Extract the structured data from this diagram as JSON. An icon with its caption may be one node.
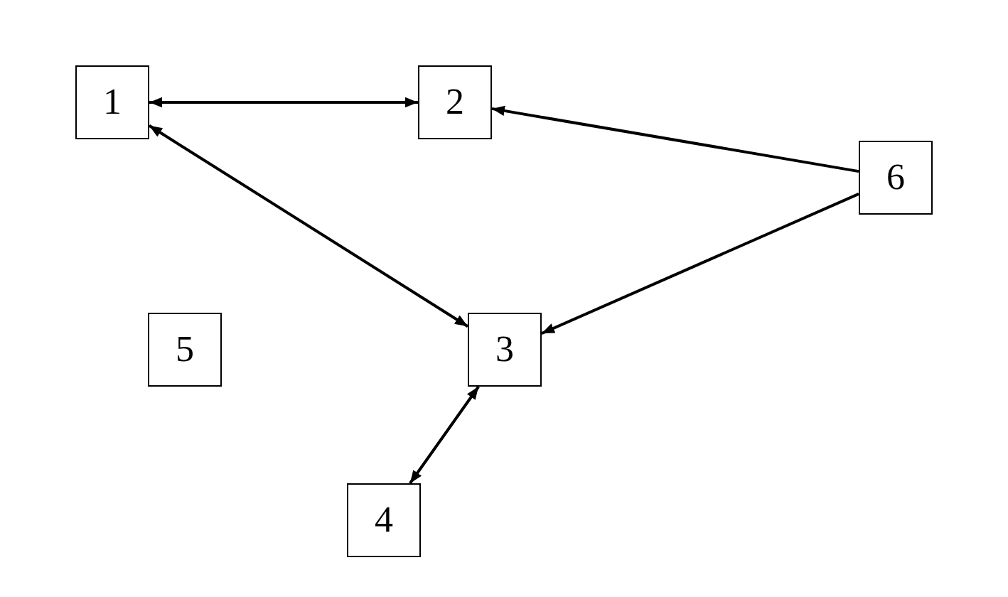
{
  "diagram": {
    "nodes": [
      {
        "text": [
          "1"
        ]
      },
      {
        "text": [
          "2"
        ]
      },
      {
        "text": [
          "3"
        ]
      },
      {
        "text": [
          "4"
        ]
      },
      {
        "text": [
          "5"
        ]
      },
      {
        "text": [
          "6"
        ]
      }
    ],
    "edges": [
      {
        "from": 0,
        "to": 1,
        "arrow": "both"
      },
      {
        "from": 5,
        "to": 1,
        "arrow": "to"
      },
      {
        "from": 0,
        "to": 2,
        "arrow": "both"
      },
      {
        "from": 5,
        "to": 2,
        "arrow": "to"
      },
      {
        "from": 2,
        "to": 3,
        "arrow": "both"
      }
    ]
  }
}
